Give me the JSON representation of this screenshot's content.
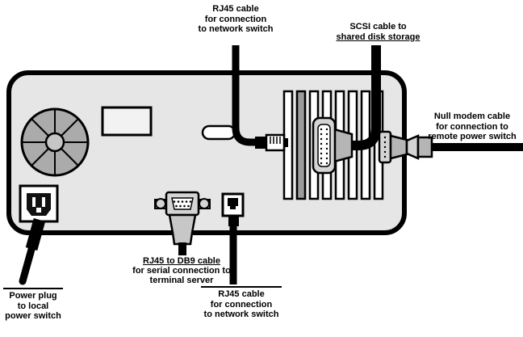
{
  "labels": {
    "rj45_top": {
      "line1": "RJ45 cable",
      "line2": "for connection",
      "line3": "to network switch"
    },
    "scsi": {
      "line1": "SCSI cable to",
      "line2": "shared disk storage"
    },
    "null_modem": {
      "line1": "Null modem cable",
      "line2": "for connection to",
      "line3": "remote power switch"
    },
    "power_plug": {
      "line1": "Power plug",
      "line2": "to local",
      "line3": "power switch"
    },
    "rj45_db9": {
      "line1": "RJ45 to DB9 cable",
      "line2": "for serial connection to",
      "line3": "terminal server"
    },
    "rj45_bottom": {
      "line1": "RJ45 cable",
      "line2": "for connection",
      "line3": "to network switch"
    }
  },
  "colors": {
    "chassis_fill": "#e6e6e6",
    "outline": "#000000",
    "fan_fill": "#ababab",
    "fan_hub_fill": "#c6c6c6",
    "slot_white": "#ffffff",
    "slot_gray": "#9c9c9c",
    "connector_light": "#d4d4d4",
    "connector_mid": "#b5b5b5",
    "cable_black": "#000000"
  }
}
